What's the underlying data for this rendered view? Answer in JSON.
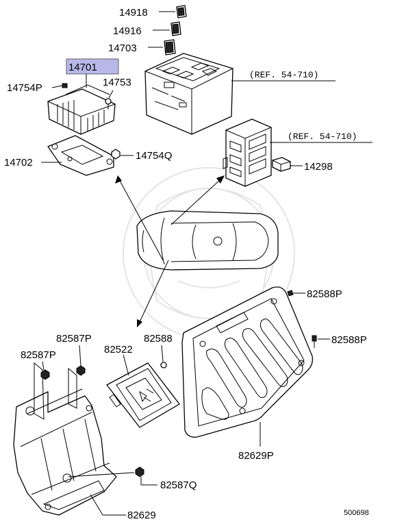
{
  "callouts": {
    "p14918": "14918",
    "p14916": "14916",
    "p14703": "14703",
    "p14701": "14701",
    "p14753": "14753",
    "p14754P": "14754P",
    "p14754Q": "14754Q",
    "p14702": "14702",
    "p14298": "14298",
    "p82588P_top": "82588P",
    "p82588P_right": "82588P",
    "p82587P_a": "82587P",
    "p82587P_b": "82587P",
    "p82522": "82522",
    "p82588": "82588",
    "p82629P": "82629P",
    "p82587Q": "82587Q",
    "p82629": "82629"
  },
  "references": {
    "ref_top": "(REF. 54-710)",
    "ref_mid": "(REF. 54-710)"
  },
  "highlight_color": "#b8b8e8",
  "diagram_code": "500698"
}
